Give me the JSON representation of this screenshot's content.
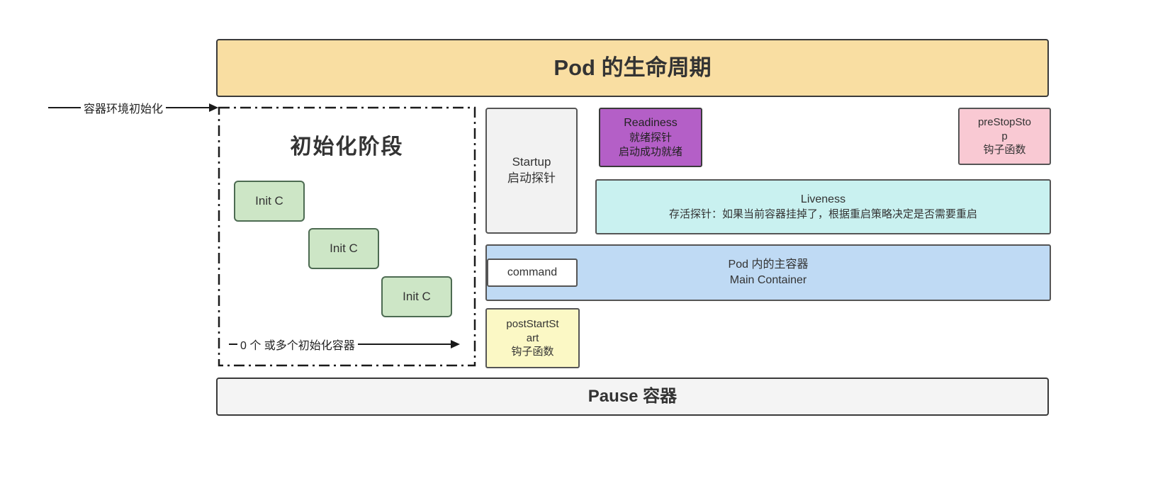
{
  "banner": {
    "title": "Pod 的生命周期"
  },
  "env_init": {
    "label": "容器环境初始化"
  },
  "init_phase": {
    "title": "初始化阶段",
    "containers": [
      "Init C",
      "Init C",
      "Init C"
    ],
    "arrow_label": "0 个 或多个初始化容器"
  },
  "startup": {
    "line1": "Startup",
    "line2": "启动探针"
  },
  "readiness": {
    "line1": "Readiness",
    "line2": "就绪探针",
    "line3": "启动成功就绪"
  },
  "prestop": {
    "line1": "preStopSto",
    "line2": "p",
    "line3": "钩子函数"
  },
  "liveness": {
    "line1": "Liveness",
    "line2": "存活探针：如果当前容器挂掉了，根据重启策略决定是否需要重启"
  },
  "main_container": {
    "command": "command",
    "line1": "Pod 内的主容器",
    "line2": "Main Container"
  },
  "poststart": {
    "line1": "postStartSt",
    "line2": "art",
    "line3": "钩子函数"
  },
  "pause": {
    "label": "Pause 容器"
  },
  "colors": {
    "banner": "#F9DEA2",
    "init_container": "#CDE6C6",
    "readiness": "#B45FC7",
    "prestop": "#F9C9D3",
    "liveness": "#C9F1F0",
    "main_container": "#BFDAF4",
    "poststart": "#FBF8C5",
    "startup": "#F2F2F2",
    "pause": "#F4F4F4"
  }
}
